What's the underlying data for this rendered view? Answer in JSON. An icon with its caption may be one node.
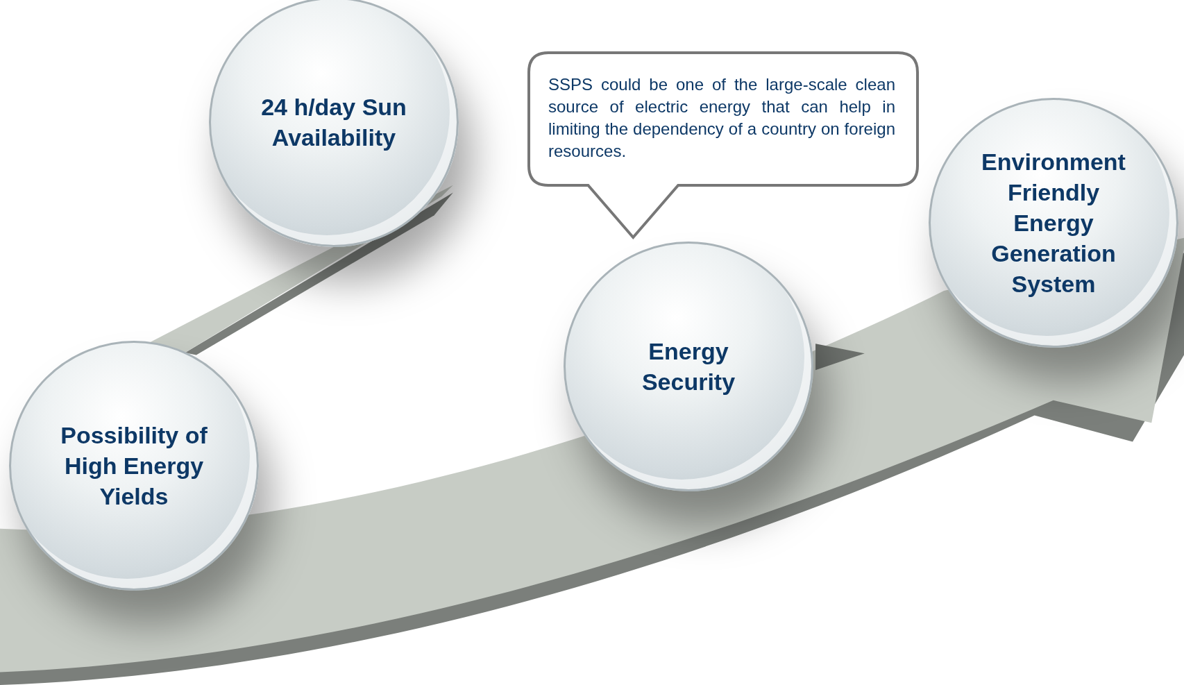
{
  "diagram": {
    "nodes": [
      {
        "text": [
          "Possibility of High Energy Yields"
        ]
      },
      {
        "text": [
          "24 h/day Sun Availability"
        ]
      },
      {
        "text": [
          "SSPS could be one of the large-scale clean source of electric energy that can help in limiting the dependency of a country on foreign resources."
        ]
      },
      {
        "text": [
          "Energy Security"
        ]
      },
      {
        "text": [
          "Environment Friendly Energy Generation System"
        ]
      }
    ]
  }
}
